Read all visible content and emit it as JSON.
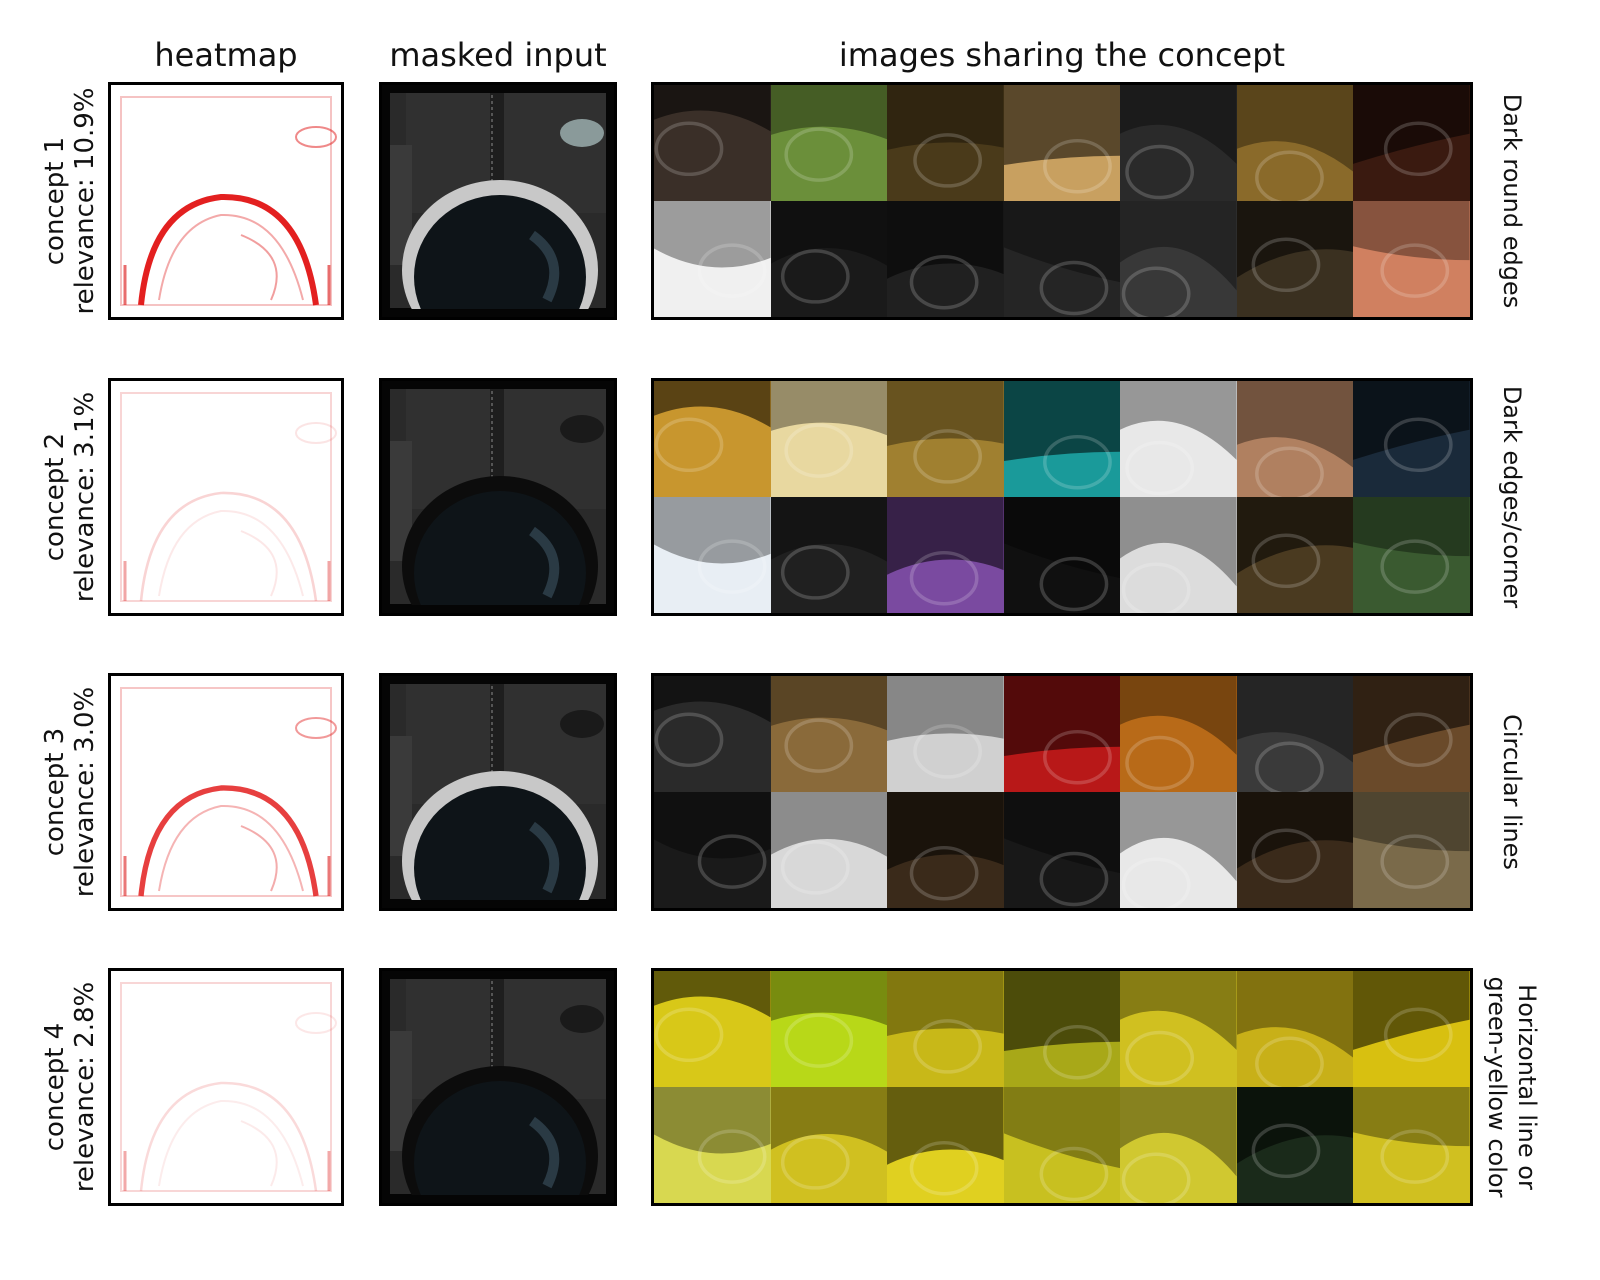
{
  "headers": {
    "heatmap": "heatmap",
    "masked": "masked input",
    "images": "images sharing the concept"
  },
  "concepts": [
    {
      "label": "concept 1",
      "relevance": "relevance: 10.9%",
      "description": [
        "Dark round edges"
      ],
      "heat_strength": 1.0,
      "palette": [
        "#3a2f28",
        "#6b8f3a",
        "#4a3a1a",
        "#c8a060",
        "#2a2a2a",
        "#8a6a2a",
        "#3a1a10",
        "#f0f0f0",
        "#1a1a1a",
        "#202020",
        "#252525",
        "#383838",
        "#3a3020",
        "#d08060"
      ]
    },
    {
      "label": "concept 2",
      "relevance": "relevance: 3.1%",
      "description": [
        "Dark edges/corner"
      ],
      "heat_strength": 0.15,
      "palette": [
        "#c8962e",
        "#e8d8a0",
        "#a08030",
        "#1a9a9a",
        "#e8e8e8",
        "#b08060",
        "#1a2a3a",
        "#e8eef4",
        "#202020",
        "#7a4aa0",
        "#101010",
        "#dcdcdc",
        "#4a3a20",
        "#3a5a30"
      ]
    },
    {
      "label": "concept 3",
      "relevance": "relevance: 3.0%",
      "description": [
        "Circular lines"
      ],
      "heat_strength": 0.85,
      "palette": [
        "#2a2a2a",
        "#8a6a3a",
        "#d0d0d0",
        "#b81818",
        "#b86a18",
        "#3a3a3a",
        "#6a4a2a",
        "#1a1a1a",
        "#d8d8d8",
        "#3a2a1a",
        "#181818",
        "#e8e8e8",
        "#3a2a1a",
        "#7a6a4a"
      ]
    },
    {
      "label": "concept 4",
      "relevance": "relevance: 2.8%",
      "description": [
        "Horizontal line or",
        "green-yellow color"
      ],
      "heat_strength": 0.12,
      "palette": [
        "#d8c818",
        "#b8d818",
        "#c8b818",
        "#a8a818",
        "#d0c020",
        "#c8b018",
        "#d8c010",
        "#d8d850",
        "#d0c020",
        "#e0d020",
        "#c8c020",
        "#d0c830",
        "#1a2a1a",
        "#d0c020"
      ]
    }
  ]
}
